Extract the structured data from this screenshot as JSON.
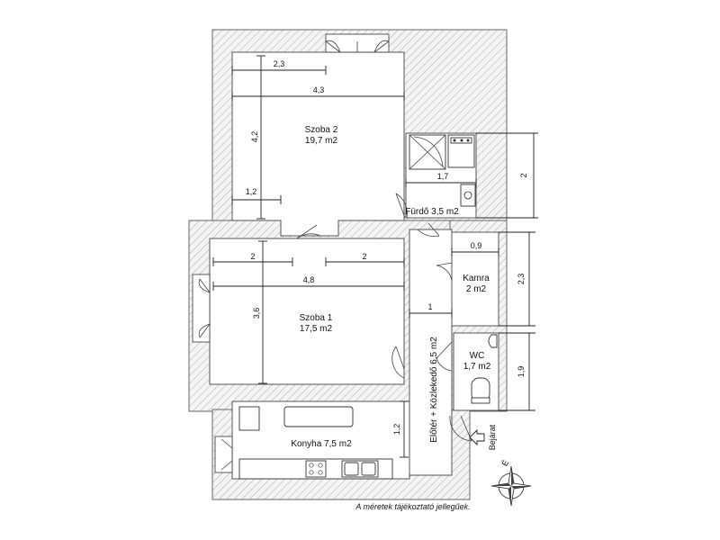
{
  "rooms": {
    "szoba2": {
      "name": "Szoba 2",
      "area": "19,7 m2"
    },
    "szoba1": {
      "name": "Szoba 1",
      "area": "17,5 m2"
    },
    "furdo": {
      "label": "Fürdő 3,5 m2"
    },
    "kamra": {
      "name": "Kamra",
      "area": "2 m2"
    },
    "wc": {
      "name": "WC",
      "area": "1,7 m2"
    },
    "konyha": {
      "label": "Konyha 7,5 m2"
    },
    "eloter": {
      "label": "Előtér + Közlekedő 6,5 m2"
    }
  },
  "dimensions": {
    "szoba2_top": "2,3",
    "szoba2_width": "4,3",
    "szoba2_height": "4,2",
    "szoba2_niche": "1,2",
    "furdo_width": "1,7",
    "furdo_height": "2",
    "szoba1_left": "2",
    "szoba1_right": "2",
    "szoba1_width": "4,8",
    "szoba1_height": "3,6",
    "corridor": "1",
    "kamra_width": "0,9",
    "kamra_height": "2,3",
    "wc_height": "1,9",
    "konyha_height": "1,2"
  },
  "entrance": {
    "label": "Bejárat"
  },
  "compass": {
    "north": "É"
  },
  "footnote": "A méretek tájékoztató jellegűek."
}
